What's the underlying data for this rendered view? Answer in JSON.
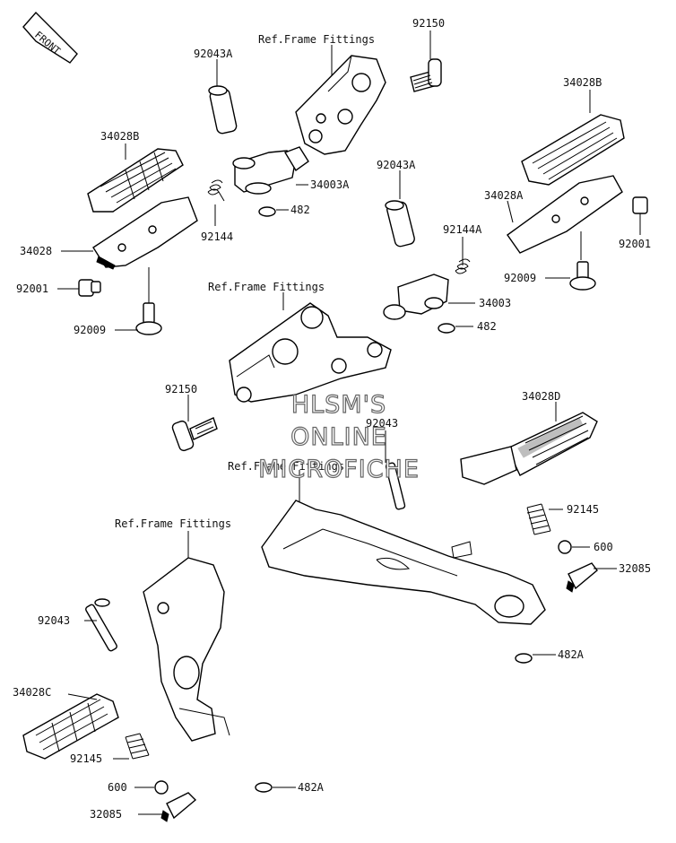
{
  "front_arrow": {
    "text": "FRONT"
  },
  "watermark": {
    "line1": "HLSM'S",
    "line2": "ONLINE",
    "line3": "MICROFICHE"
  },
  "labels": {
    "ref_frame_1": "Ref.Frame Fittings",
    "ref_frame_2": "Ref.Frame Fittings",
    "ref_frame_3": "Ref.Frame Fittings",
    "ref_frame_4": "Ref.Frame Fittings",
    "p92150_top": "92150",
    "p92043a_left": "92043A",
    "p34028b_left": "34028B",
    "p34003a": "34003A",
    "p482_left": "482",
    "p92144": "92144",
    "p34028": "34028",
    "p92001_left": "92001",
    "p92009_left": "92009",
    "p34028b_right": "34028B",
    "p92043a_mid": "92043A",
    "p34028a": "34028A",
    "p92144a": "92144A",
    "p92001_right": "92001",
    "p92009_right": "92009",
    "p34003": "34003",
    "p482_mid": "482",
    "p92150_mid": "92150",
    "p34028d": "34028D",
    "p92043_mid": "92043",
    "p92145_right": "92145",
    "p600_right": "600",
    "p32085_right": "32085",
    "p482a_right": "482A",
    "p92043_left": "92043",
    "p34028c": "34028C",
    "p92145_left": "92145",
    "p600_left": "600",
    "p482a_left": "482A",
    "p32085_left": "32085"
  }
}
